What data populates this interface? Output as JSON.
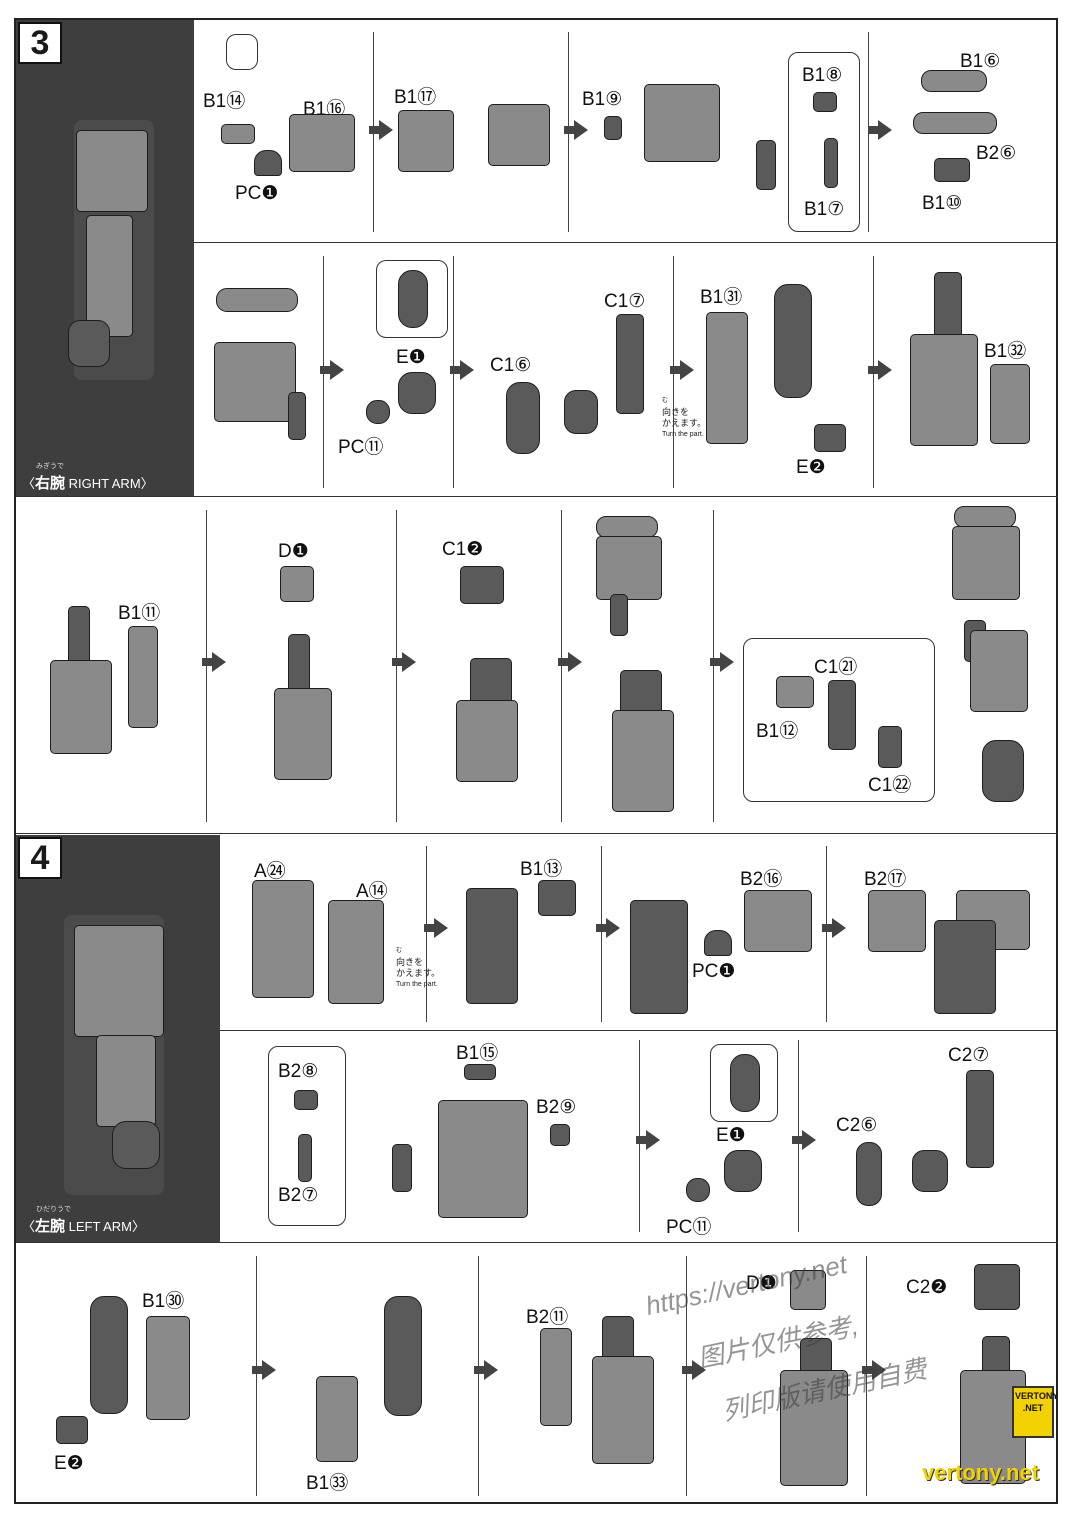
{
  "steps": [
    {
      "number": "3",
      "arm_label_ruby": "みぎうで",
      "arm_label_jp": "右腕",
      "arm_label_en": "RIGHT ARM"
    },
    {
      "number": "4",
      "arm_label_ruby": "ひだりうで",
      "arm_label_jp": "左腕",
      "arm_label_en": "LEFT ARM"
    }
  ],
  "labels": {
    "s3r1": [
      "B1⑭",
      "B1⑯",
      "PC❶",
      "B1⑰",
      "B1⑨",
      "B1⑧",
      "B1⑦",
      "B1⑥",
      "B2⑥",
      "B1⑩"
    ],
    "s3r2": [
      "E❶",
      "PC⑪",
      "C1⑥",
      "C1⑦",
      "B1㉛",
      "E❷",
      "B1㉜"
    ],
    "s3r3": [
      "B1⑪",
      "D❶",
      "C1❷",
      "C1㉑",
      "B1⑫",
      "C1㉒"
    ],
    "s4r1": [
      "A㉔",
      "A⑭",
      "B1⑬",
      "B2⑯",
      "PC❶",
      "B2⑰"
    ],
    "s4r2": [
      "B2⑧",
      "B2⑦",
      "B1⑮",
      "B2⑨",
      "E❶",
      "PC⑪",
      "C2⑥",
      "C2⑦"
    ],
    "s4r3": [
      "B1㉚",
      "E❷",
      "B1㉝",
      "B2⑪",
      "D❶",
      "C2❷"
    ]
  },
  "turn_note": {
    "ruby": "む",
    "jp1": "向きを",
    "jp2": "かえます。",
    "en": "Turn the part."
  },
  "watermark": {
    "url": "https://vertony.net",
    "line1": "图片仅供参考,",
    "line2": "列印版请使用自费",
    "badge": "VERTONY .NET",
    "site": "vertony.net"
  },
  "colors": {
    "panel": "#3e3e3e",
    "part": "#8a8a8a",
    "border": "#222222",
    "badge": "#f2d200"
  }
}
